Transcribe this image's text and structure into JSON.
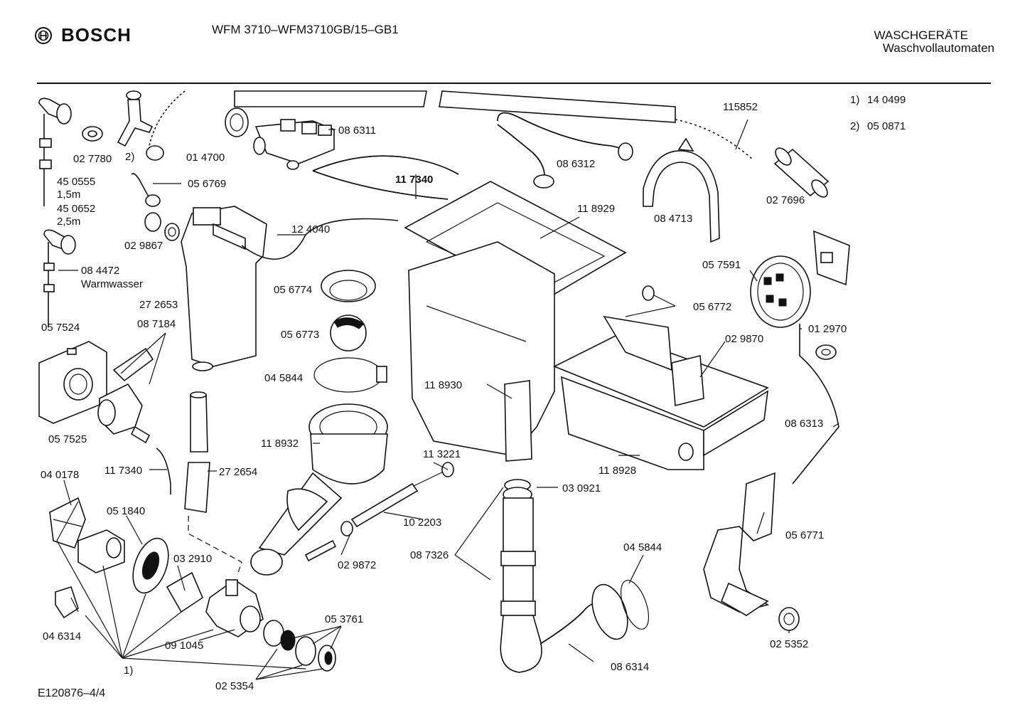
{
  "header": {
    "brand": "BOSCH",
    "model": "WFM 3710–WFM3710GB/15–GB1",
    "category_line1": "WASCHGERÄTE",
    "category_line2": "Waschvollautomaten"
  },
  "footnotes": [
    {
      "marker": "1)",
      "code": "14 0499"
    },
    {
      "marker": "2)",
      "code": "05 0871"
    }
  ],
  "labels": {
    "l_027780": "02 7780",
    "l_2": "2)",
    "l_014700": "01 4700",
    "l_086311": "08 6311",
    "l_115852": "115852",
    "l_450555": "45 0555",
    "l_15m": "1,5m",
    "l_450652": "45 0652",
    "l_25m": "2,5m",
    "l_056769": "05 6769",
    "l_117340a": "11 7340",
    "l_086312": "08 6312",
    "l_084713": "08 4713",
    "l_027696": "02 7696",
    "l_029867": "02 9867",
    "l_124040": "12 4040",
    "l_118929": "11 8929",
    "l_084472": "08 4472",
    "l_warm": "Warmwasser",
    "l_056774": "05 6774",
    "l_057591": "05 7591",
    "l_272653": "27 2653",
    "l_056772": "05 6772",
    "l_057524": "05 7524",
    "l_087184": "08 7184",
    "l_056773": "05 6773",
    "l_029870": "02 9870",
    "l_012970": "01 2970",
    "l_045844a": "04 5844",
    "l_118930": "11 8930",
    "l_057525": "05 7525",
    "l_118932": "11 8932",
    "l_086313": "08 6313",
    "l_113221": "11 3221",
    "l_117340b": "11 7340",
    "l_272654": "27 2654",
    "l_118928": "11 8928",
    "l_040178": "04 0178",
    "l_030921": "03 0921",
    "l_051840": "05 1840",
    "l_102203": "10 2203",
    "l_056771": "05 6771",
    "l_045844b": "04 5844",
    "l_087326": "08 7326",
    "l_032910": "03 2910",
    "l_029872": "02 9872",
    "l_053761": "05 3761",
    "l_046314": "04 6314",
    "l_091045": "09 1045",
    "l_1": "1)",
    "l_086314": "08 6314",
    "l_025352": "02 5352",
    "l_025354": "02 5354"
  },
  "footer": {
    "code": "E120876–4/4"
  }
}
